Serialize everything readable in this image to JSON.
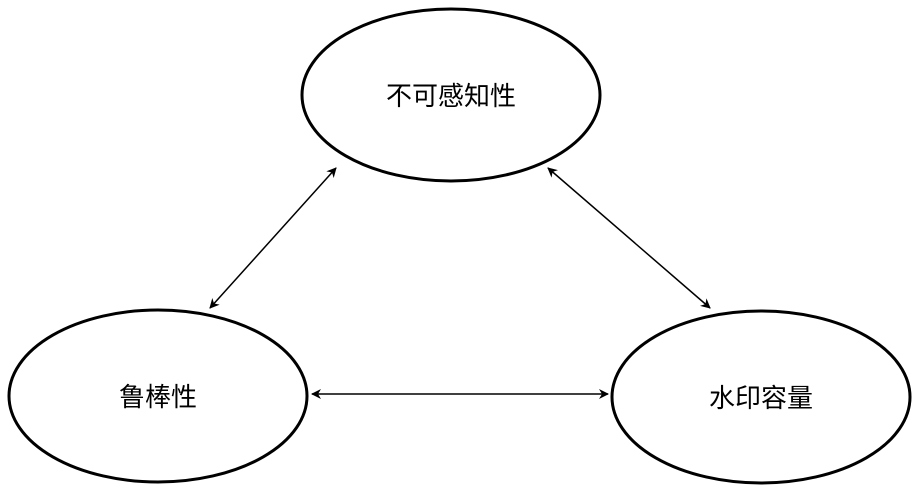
{
  "diagram": {
    "nodes": [
      {
        "id": "imperceptibility",
        "label": "不可感知性"
      },
      {
        "id": "robustness",
        "label": "鲁棒性"
      },
      {
        "id": "capacity",
        "label": "水印容量"
      }
    ],
    "edges": [
      {
        "from": "imperceptibility",
        "to": "robustness",
        "direction": "both"
      },
      {
        "from": "imperceptibility",
        "to": "capacity",
        "direction": "both"
      },
      {
        "from": "robustness",
        "to": "capacity",
        "direction": "both"
      }
    ],
    "colors": {
      "stroke": "#000000",
      "background": "#ffffff"
    }
  }
}
